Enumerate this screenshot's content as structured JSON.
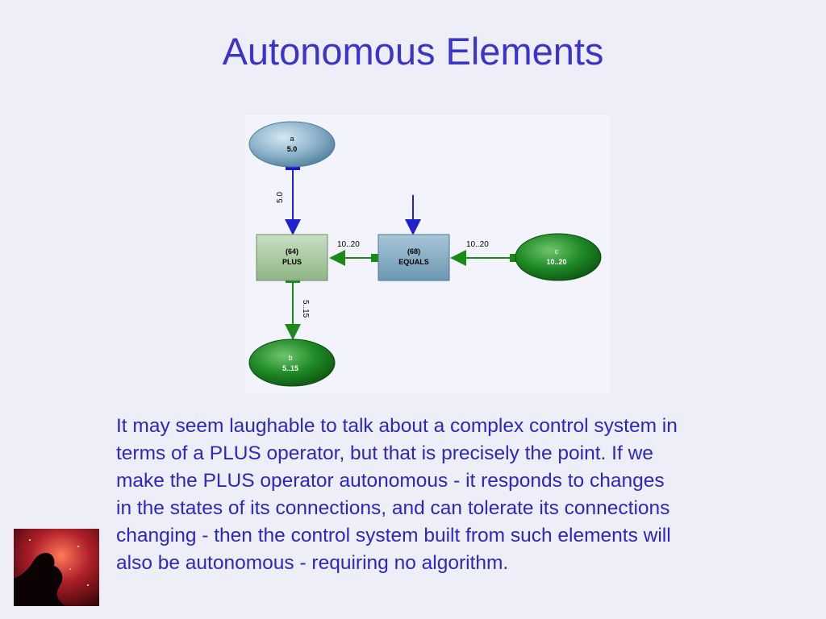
{
  "slide": {
    "title": "Autonomous Elements",
    "body": "It may seem laughable to talk about a complex control system in\nterms of a PLUS operator, but that is precisely the point. If we\nmake the PLUS operator autonomous - it responds to changes\nin the states of its connections, and can tolerate its connections\nchanging - then the control system built from such elements will\nalso be autonomous - requiring no algorithm."
  },
  "diagram": {
    "node_a": {
      "name": "a",
      "value": "5.0"
    },
    "node_b": {
      "name": "b",
      "value": "5..15"
    },
    "node_c": {
      "name": "c",
      "value": "10..20"
    },
    "plus": {
      "id": "(64)",
      "op": "PLUS"
    },
    "equals": {
      "id": "(68)",
      "op": "EQUALS"
    },
    "edge_a_plus": "5.0",
    "edge_plus_b": "5..15",
    "edge_equals_plus": "10..20",
    "edge_c_equals": "10..20"
  },
  "colors": {
    "title": "#3a34c8",
    "body_text": "#2d27c2",
    "blue_edge": "#2222cc",
    "green_edge": "#1a8a1a",
    "plus_box": "#a9c9a0",
    "equals_box": "#7fa8c0"
  },
  "image": {
    "icon": "horsehead-nebula-photo"
  }
}
